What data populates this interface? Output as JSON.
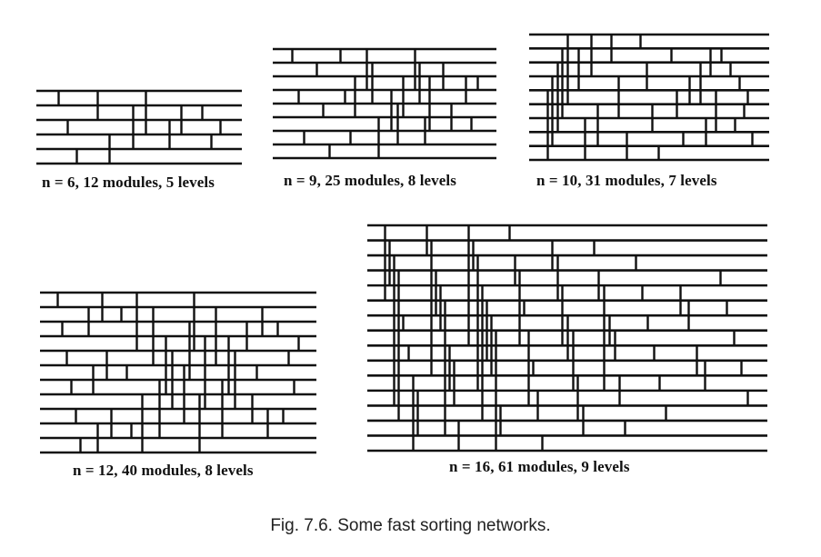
{
  "figure": {
    "caption": "Fig. 7.6. Some fast sorting networks.",
    "line_color": "#111111",
    "background": "#ffffff"
  },
  "networks": [
    {
      "id": "n6",
      "label": "n = 6, 12 modules, 5 levels",
      "n": 6,
      "modules": 12,
      "levels": 5,
      "comparators": [
        [
          0,
          1,
          0
        ],
        [
          2,
          3,
          0
        ],
        [
          4,
          5,
          0
        ],
        [
          0,
          2,
          1
        ],
        [
          3,
          5,
          1
        ],
        [
          1,
          4,
          2
        ],
        [
          0,
          3,
          2
        ],
        [
          2,
          4,
          3
        ],
        [
          1,
          3,
          3
        ],
        [
          1,
          2,
          4
        ],
        [
          3,
          4,
          4
        ],
        [
          2,
          3,
          4
        ]
      ]
    },
    {
      "id": "n9",
      "label": "n = 9, 25 modules, 8 levels",
      "n": 9,
      "modules": 25,
      "levels": 8,
      "comparators": [
        [
          0,
          1,
          0
        ],
        [
          3,
          4,
          0
        ],
        [
          6,
          7,
          0
        ],
        [
          1,
          2,
          1
        ],
        [
          4,
          5,
          1
        ],
        [
          7,
          8,
          1
        ],
        [
          0,
          1,
          2
        ],
        [
          3,
          4,
          2
        ],
        [
          6,
          7,
          2
        ],
        [
          2,
          5,
          2
        ],
        [
          0,
          3,
          3
        ],
        [
          1,
          4,
          3
        ],
        [
          5,
          8,
          3
        ],
        [
          3,
          6,
          4
        ],
        [
          4,
          7,
          4
        ],
        [
          2,
          5,
          4
        ],
        [
          0,
          3,
          5
        ],
        [
          1,
          4,
          5
        ],
        [
          5,
          7,
          5
        ],
        [
          2,
          6,
          5
        ],
        [
          1,
          3,
          6
        ],
        [
          4,
          6,
          6
        ],
        [
          2,
          4,
          7
        ],
        [
          5,
          6,
          7
        ],
        [
          2,
          3,
          7
        ]
      ]
    },
    {
      "id": "n10",
      "label": "n = 10, 31 modules, 7 levels",
      "n": 10,
      "modules": 31,
      "levels": 7,
      "comparators": [
        [
          4,
          9,
          0
        ],
        [
          3,
          8,
          0
        ],
        [
          2,
          7,
          0
        ],
        [
          1,
          6,
          0
        ],
        [
          0,
          5,
          0
        ],
        [
          1,
          4,
          1
        ],
        [
          6,
          9,
          1
        ],
        [
          0,
          3,
          1
        ],
        [
          5,
          8,
          1
        ],
        [
          0,
          2,
          2
        ],
        [
          3,
          6,
          2
        ],
        [
          7,
          9,
          2
        ],
        [
          0,
          1,
          3
        ],
        [
          2,
          4,
          3
        ],
        [
          5,
          7,
          3
        ],
        [
          8,
          9,
          3
        ],
        [
          1,
          2,
          4
        ],
        [
          4,
          6,
          4
        ],
        [
          7,
          8,
          4
        ],
        [
          3,
          5,
          4
        ],
        [
          2,
          5,
          5
        ],
        [
          6,
          8,
          5
        ],
        [
          1,
          3,
          5
        ],
        [
          4,
          7,
          5
        ],
        [
          2,
          3,
          6
        ],
        [
          6,
          7,
          6
        ],
        [
          3,
          4,
          6
        ],
        [
          5,
          6,
          6
        ],
        [
          4,
          5,
          6
        ],
        [
          1,
          2,
          5
        ],
        [
          7,
          8,
          6
        ]
      ]
    },
    {
      "id": "n12",
      "label": "n = 12, 40 modules, 8 levels",
      "n": 12,
      "modules": 40,
      "levels": 8,
      "comparators": [
        [
          0,
          1,
          0
        ],
        [
          2,
          3,
          0
        ],
        [
          4,
          5,
          0
        ],
        [
          6,
          7,
          0
        ],
        [
          8,
          9,
          0
        ],
        [
          10,
          11,
          0
        ],
        [
          1,
          3,
          1
        ],
        [
          5,
          7,
          1
        ],
        [
          9,
          11,
          1
        ],
        [
          0,
          2,
          1
        ],
        [
          4,
          6,
          1
        ],
        [
          8,
          10,
          1
        ],
        [
          1,
          2,
          2
        ],
        [
          5,
          6,
          2
        ],
        [
          9,
          10,
          2
        ],
        [
          0,
          4,
          2
        ],
        [
          7,
          11,
          2
        ],
        [
          1,
          5,
          3
        ],
        [
          6,
          10,
          3
        ],
        [
          3,
          7,
          3
        ],
        [
          4,
          8,
          3
        ],
        [
          5,
          9,
          4
        ],
        [
          2,
          6,
          4
        ],
        [
          0,
          4,
          4
        ],
        [
          7,
          11,
          4
        ],
        [
          3,
          8,
          4
        ],
        [
          1,
          5,
          5
        ],
        [
          6,
          10,
          5
        ],
        [
          3,
          7,
          5
        ],
        [
          4,
          8,
          5
        ],
        [
          2,
          4,
          6
        ],
        [
          7,
          9,
          6
        ],
        [
          5,
          6,
          6
        ],
        [
          1,
          3,
          6
        ],
        [
          8,
          10,
          6
        ],
        [
          2,
          3,
          7
        ],
        [
          8,
          9,
          7
        ],
        [
          4,
          5,
          7
        ],
        [
          6,
          7,
          7
        ],
        [
          3,
          4,
          7
        ]
      ]
    },
    {
      "id": "n16",
      "label": "n = 16, 61 modules, 9 levels",
      "n": 16,
      "modules": 61,
      "levels": 9,
      "comparators": [
        [
          0,
          5,
          0
        ],
        [
          1,
          4,
          0
        ],
        [
          2,
          12,
          0
        ],
        [
          3,
          13,
          0
        ],
        [
          6,
          7,
          0
        ],
        [
          8,
          9,
          0
        ],
        [
          10,
          15,
          0
        ],
        [
          11,
          14,
          0
        ],
        [
          0,
          2,
          1
        ],
        [
          1,
          10,
          1
        ],
        [
          3,
          6,
          1
        ],
        [
          4,
          7,
          1
        ],
        [
          5,
          14,
          1
        ],
        [
          8,
          11,
          1
        ],
        [
          9,
          12,
          1
        ],
        [
          13,
          15,
          1
        ],
        [
          0,
          8,
          2
        ],
        [
          1,
          3,
          2
        ],
        [
          2,
          11,
          2
        ],
        [
          4,
          13,
          2
        ],
        [
          5,
          9,
          2
        ],
        [
          6,
          10,
          2
        ],
        [
          7,
          15,
          2
        ],
        [
          12,
          14,
          2
        ],
        [
          0,
          1,
          3
        ],
        [
          2,
          4,
          3
        ],
        [
          3,
          8,
          3
        ],
        [
          5,
          6,
          3
        ],
        [
          7,
          12,
          3
        ],
        [
          9,
          10,
          3
        ],
        [
          11,
          13,
          3
        ],
        [
          14,
          15,
          3
        ],
        [
          1,
          3,
          4
        ],
        [
          2,
          5,
          4
        ],
        [
          4,
          8,
          4
        ],
        [
          6,
          9,
          4
        ],
        [
          7,
          11,
          4
        ],
        [
          10,
          13,
          4
        ],
        [
          12,
          14,
          4
        ],
        [
          1,
          2,
          5
        ],
        [
          3,
          5,
          5
        ],
        [
          4,
          11,
          5
        ],
        [
          6,
          8,
          5
        ],
        [
          7,
          9,
          5
        ],
        [
          10,
          12,
          5
        ],
        [
          13,
          14,
          5
        ],
        [
          2,
          3,
          6
        ],
        [
          4,
          5,
          6
        ],
        [
          6,
          7,
          6
        ],
        [
          8,
          9,
          6
        ],
        [
          10,
          11,
          6
        ],
        [
          12,
          13,
          6
        ],
        [
          4,
          6,
          7
        ],
        [
          5,
          7,
          7
        ],
        [
          8,
          10,
          7
        ],
        [
          9,
          11,
          7
        ],
        [
          3,
          4,
          8
        ],
        [
          5,
          6,
          8
        ],
        [
          7,
          8,
          8
        ],
        [
          9,
          10,
          8
        ],
        [
          11,
          12,
          8
        ]
      ]
    }
  ]
}
